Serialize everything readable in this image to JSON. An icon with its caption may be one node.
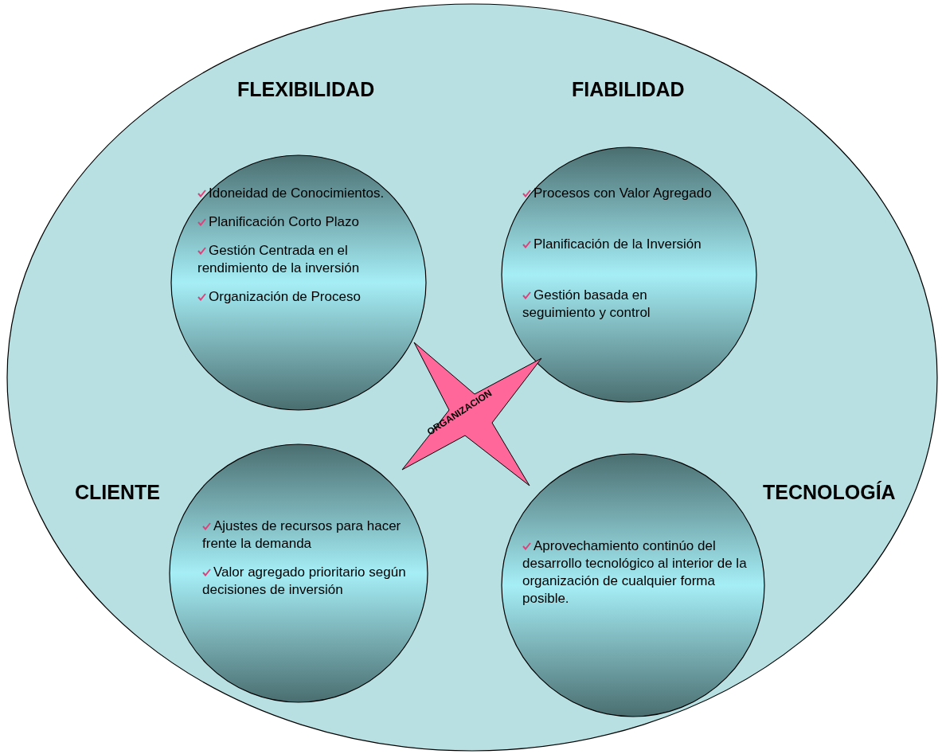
{
  "diagram": {
    "nodes": [
      {
        "text": [],
        "shape": "ellipse"
      },
      {
        "text": [
          "FLEXIBILIDAD",
          "Idoneidad de Conocimientos.",
          "Planificación Corto Plazo",
          "Gestión Centrada en el rendimiento de la inversión",
          "Organización de Proceso"
        ],
        "in": 0
      },
      {
        "text": [
          "FIABILIDAD",
          "Procesos con Valor Agregado",
          "Planificación de la Inversión",
          "Gestión basada en seguimiento y control"
        ],
        "in": 0
      },
      {
        "text": [
          "ORGANIZACION"
        ],
        "in": 0
      },
      {
        "text": [
          "CLIENTE",
          "Ajustes de recursos para hacer frente la demanda",
          "Valor agregado prioritario según decisiones de inversión"
        ],
        "in": 0
      },
      {
        "text": [
          "TECNOLOGÍA",
          "Aprovechamiento continúo del desarrollo tecnológico al interior de la organización de cualquier forma posible."
        ],
        "in": 0
      }
    ]
  }
}
